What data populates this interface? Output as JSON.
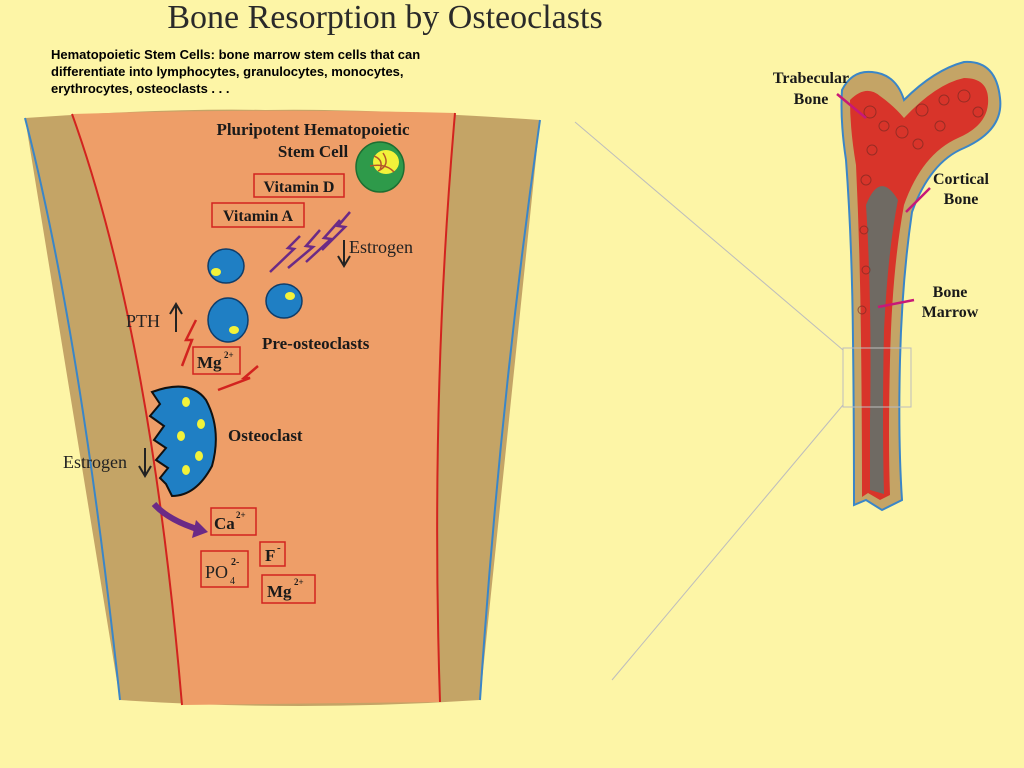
{
  "title": "Bone Resorption by Osteoclasts",
  "note": "Hematopoietic Stem Cells: bone marrow stem cells that can differentiate into lymphocytes, granulocytes, monocytes, erythrocytes, osteoclasts . . .",
  "labels": {
    "stem_cell_line1": "Pluripotent Hematopoietic",
    "stem_cell_line2": "Stem Cell",
    "vitamin_d": "Vitamin D",
    "vitamin_a": "Vitamin A",
    "estrogen_top": "Estrogen",
    "pth": "PTH",
    "mg_top": "Mg",
    "mg_charge": "2+",
    "pre_osteoclasts": "Pre-osteoclasts",
    "osteoclast": "Osteoclast",
    "estrogen_left": "Estrogen",
    "ca": "Ca",
    "ca_charge": "2+",
    "f": "F",
    "f_charge": "-",
    "po": "PO",
    "po_sub": "4",
    "po_charge": "2-",
    "mg_bottom": "Mg",
    "mg_bottom_charge": "2+"
  },
  "femur_labels": {
    "trabecular_1": "Trabecular",
    "trabecular_2": "Bone",
    "cortical_1": "Cortical",
    "cortical_2": "Bone",
    "marrow_1": "Bone",
    "marrow_2": "Marrow"
  },
  "colors": {
    "background": "#fdf5a6",
    "bone_cortex": "#c4a466",
    "marrow": "#ee9e68",
    "osteoclast": "#1f7fc4",
    "stem_cell": "#2e9a4a",
    "box_red": "#d2231f",
    "arrow_purple": "#6b2a86",
    "pointer_magenta": "#c81877"
  }
}
